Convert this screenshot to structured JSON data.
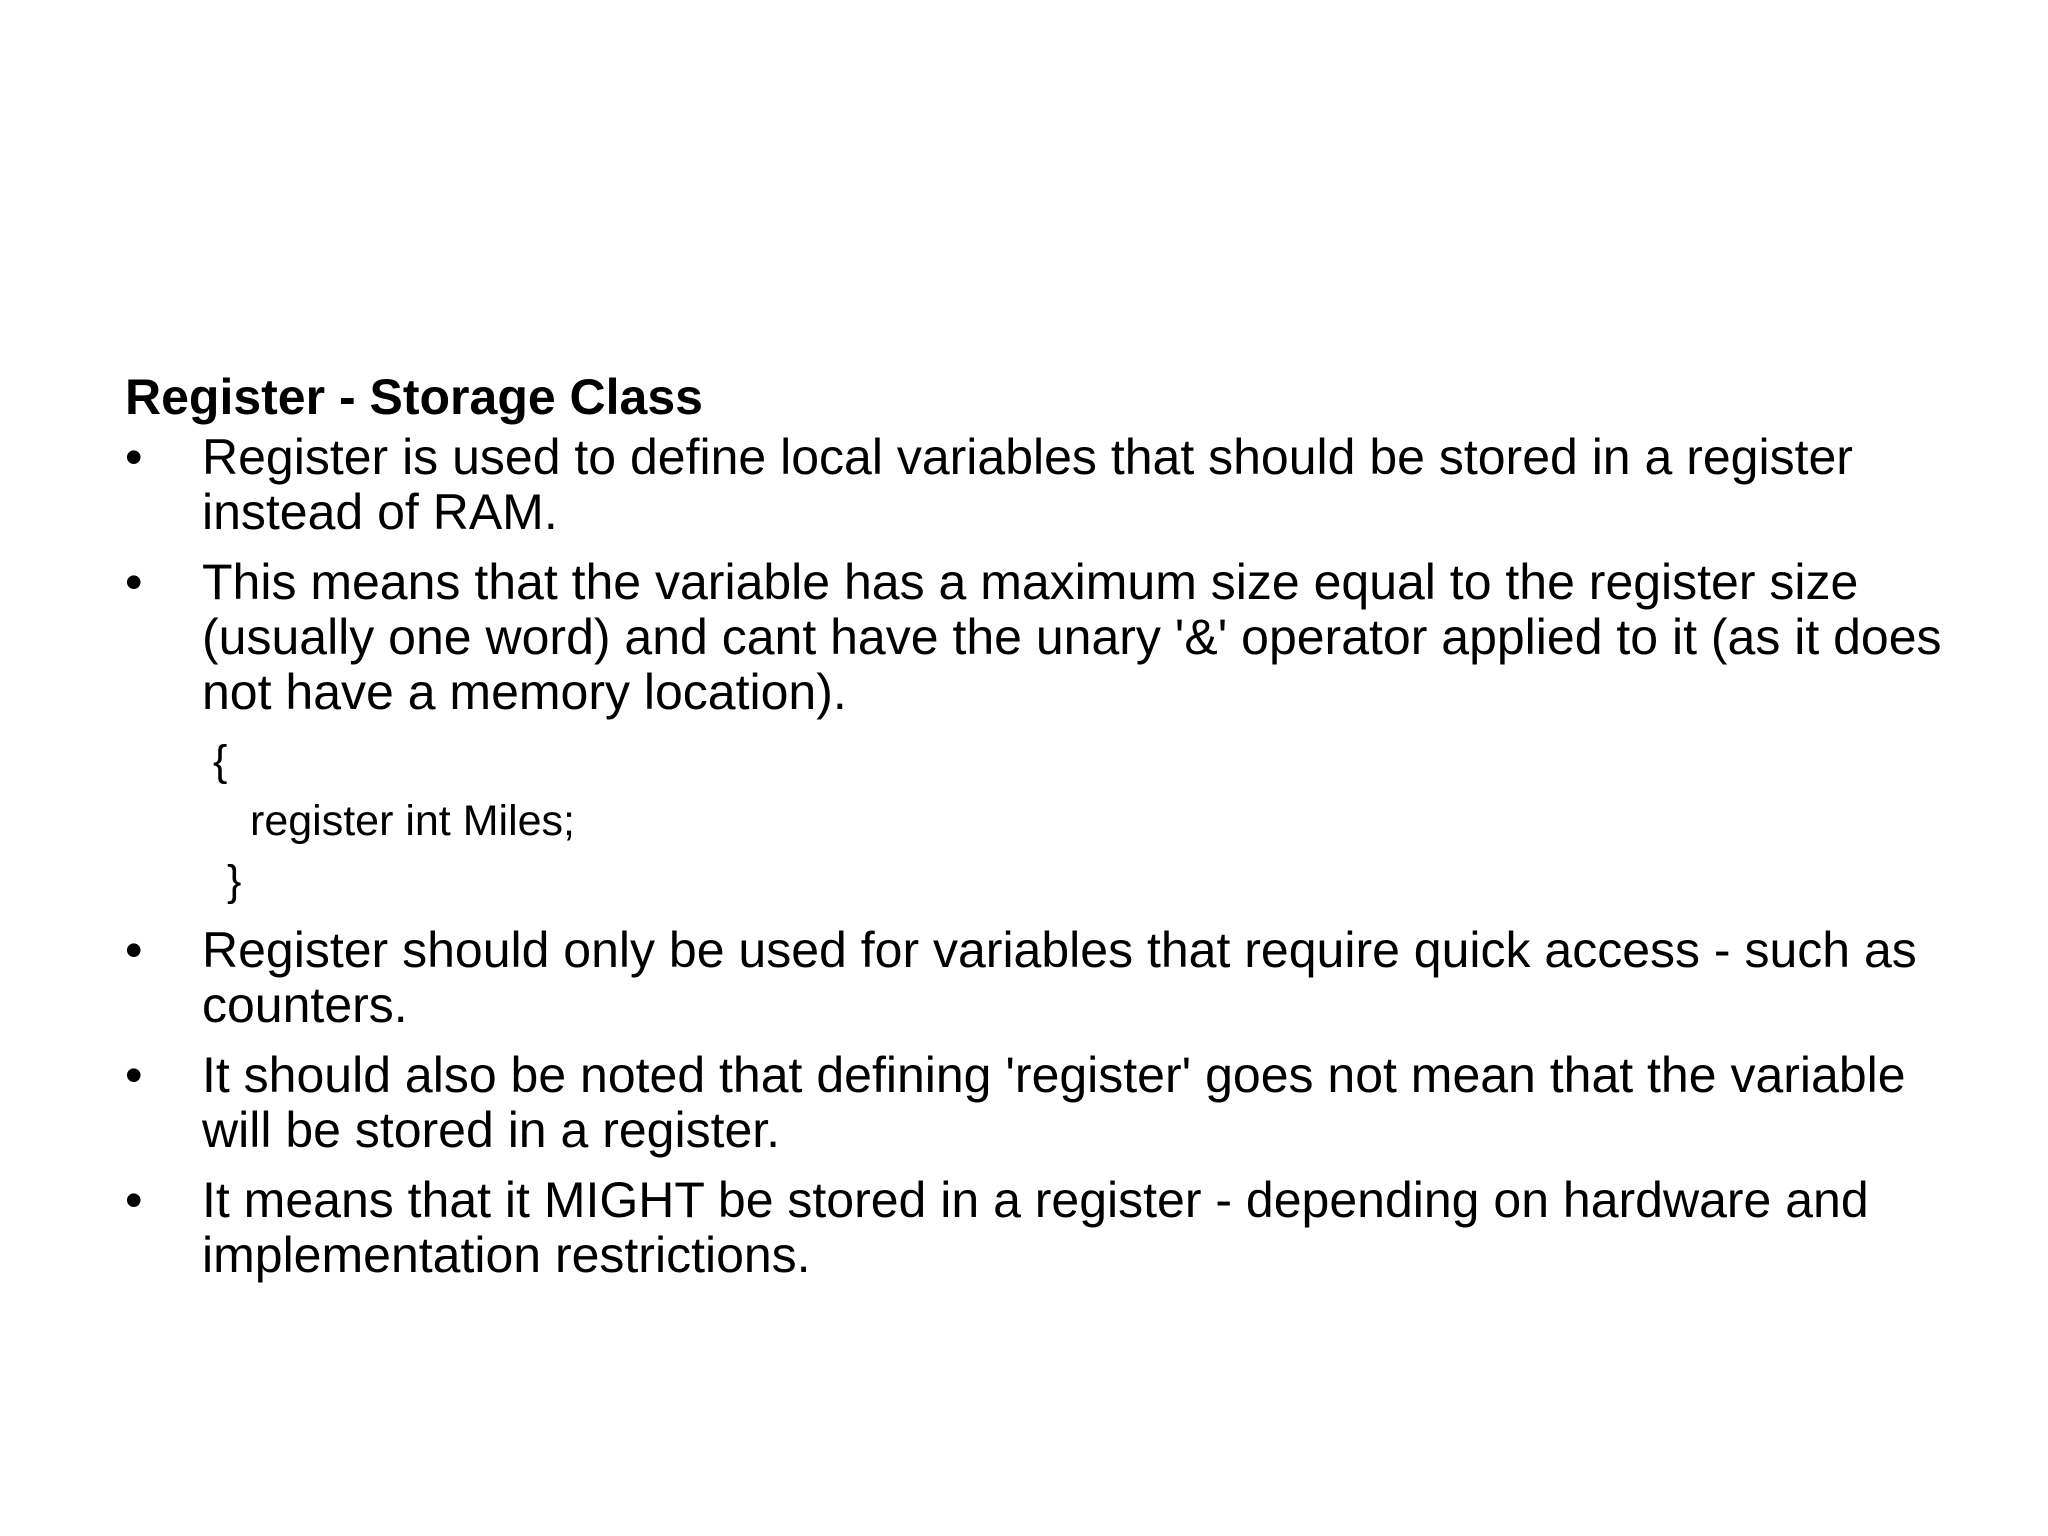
{
  "slide": {
    "heading": "Register - Storage Class",
    "bullet_symbol": "•",
    "bullets_before_code": [
      "Register is used to define local variables that should be stored in a register instead of RAM.",
      "This means that the variable has a maximum size equal to the register size (usually one word) and cant have the unary '&' operator applied to it (as it does not have a memory location)."
    ],
    "code": {
      "open": "{",
      "body": "register int Miles;",
      "close": "}"
    },
    "bullets_after_code": [
      "Register should only be used for variables that require quick access - such as counters.",
      "It should also be noted that defining 'register' goes not mean that the variable will be stored in a register.",
      "It means that it MIGHT be stored in a register - depending on hardware and implementation restrictions."
    ]
  }
}
